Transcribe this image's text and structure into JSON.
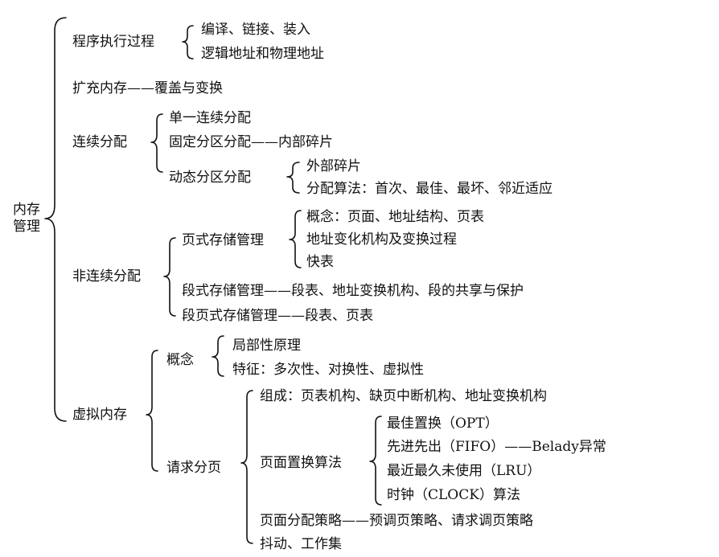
{
  "root": "内存管理",
  "process": {
    "label": "程序执行过程",
    "items": [
      "编译、链接、装入",
      "逻辑地址和物理地址"
    ]
  },
  "expand": "扩充内存——覆盖与变换",
  "contig": {
    "label": "连续分配",
    "single": "单一连续分配",
    "fixed": "固定分区分配——内部碎片",
    "dynamic": {
      "label": "动态分区分配",
      "items": [
        "外部碎片",
        "分配算法：首次、最佳、最坏、邻近适应"
      ]
    }
  },
  "noncontig": {
    "label": "非连续分配",
    "paging": {
      "label": "页式存储管理",
      "items": [
        "概念：页面、地址结构、页表",
        "地址变化机构及变换过程",
        "快表"
      ]
    },
    "segment": "段式存储管理——段表、地址变换机构、段的共享与保护",
    "segpage": "段页式存储管理——段表、页表"
  },
  "virtual": {
    "label": "虚拟内存",
    "concept": {
      "label": "概念",
      "items": [
        "局部性原理",
        "特征：多次性、对换性、虚拟性"
      ]
    },
    "demand": {
      "label": "请求分页",
      "composition": "组成：页表机构、缺页中断机构、地址变换机构",
      "replacement": {
        "label": "页面置换算法",
        "items": [
          "最佳置换（OPT）",
          "先进先出（FIFO）——Belady异常",
          "最近最久未使用（LRU）",
          "时钟（CLOCK）算法"
        ]
      },
      "alloc": "页面分配策略——预调页策略、请求调页策略",
      "thrash": "抖动、工作集"
    }
  }
}
